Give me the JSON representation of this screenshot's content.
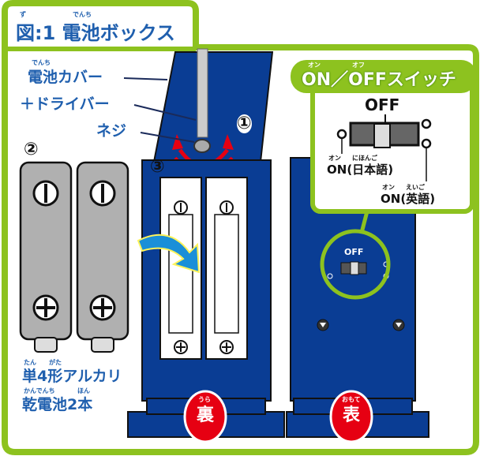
{
  "title": {
    "label": "図:1 電池ボックス",
    "ruby_zu": "ず",
    "ruby_denchi": "でんち",
    "number": ":1",
    "kanji_zu": "図",
    "kanji_denchi": "電池",
    "katakana": "ボックス"
  },
  "labels": {
    "battery_cover": {
      "kanji": "電池",
      "ruby": "でんち",
      "rest": "カバー"
    },
    "screwdriver": "＋ドライバー",
    "screw": "ネジ",
    "step1": "①",
    "step2": "②",
    "step3": "③"
  },
  "batteries_label": {
    "line1": {
      "k1": "単",
      "r1": "たん",
      "mid": "4",
      "k2": "形",
      "r2": "がた",
      "rest": "アルカリ"
    },
    "line2": {
      "k1": "乾電池",
      "r1": "かんでんち",
      "mid": "2",
      "k2": "本",
      "r2": "ほん"
    }
  },
  "switch_callout": {
    "title": {
      "on": "ON",
      "on_ruby": "オン",
      "sep": "／",
      "off": "OFF",
      "off_ruby": "オフ",
      "rest": "スイッチ"
    },
    "off_label": "OFF",
    "on_japanese": {
      "on": "ON",
      "on_ruby": "オン",
      "paren_open": "(",
      "k": "日本語",
      "k_ruby": "にほんご",
      "paren_close": ")"
    },
    "on_english": {
      "on": "ON",
      "on_ruby": "オン",
      "paren_open": "(",
      "k": "英語",
      "k_ruby": "えいご",
      "paren_close": ")"
    }
  },
  "device": {
    "small_off_label": "OFF",
    "back_badge": {
      "k": "裏",
      "ruby": "うら"
    },
    "front_badge": {
      "k": "表",
      "ruby": "おもて"
    }
  },
  "colors": {
    "frame_green": "#8dc21f",
    "device_blue": "#0a3d94",
    "label_blue": "#1f5fae",
    "badge_red": "#e60012",
    "arrow_red": "#e60012",
    "arrow_blue": "#1a8fd8"
  }
}
